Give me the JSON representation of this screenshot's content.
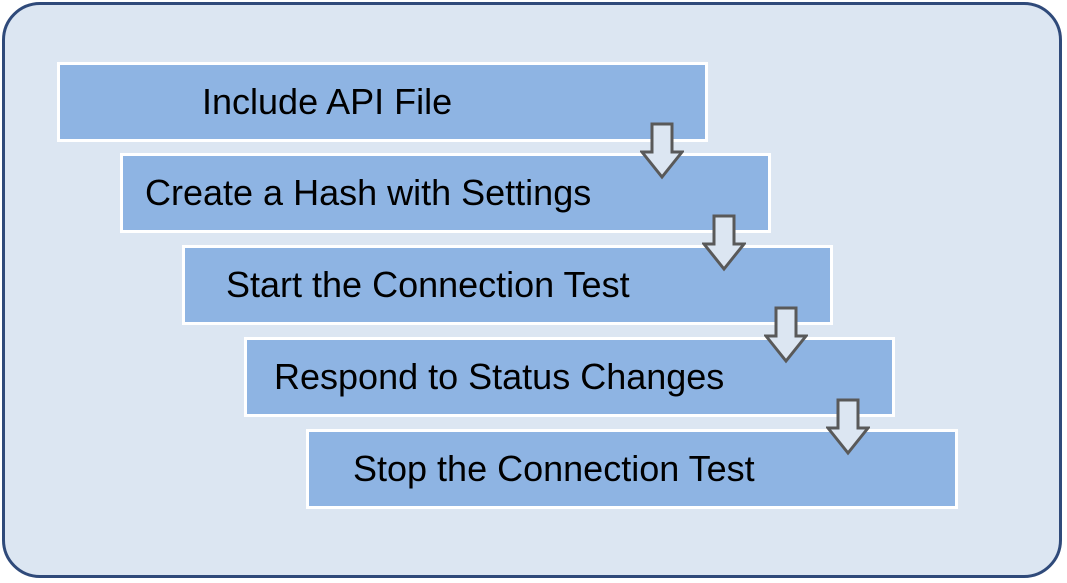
{
  "steps": [
    {
      "label": "Include API File"
    },
    {
      "label": "Create a Hash with Settings"
    },
    {
      "label": "Start the Connection Test"
    },
    {
      "label": "Respond to Status Changes"
    },
    {
      "label": "Stop the Connection Test"
    }
  ],
  "colors": {
    "background_panel": "#dce6f2",
    "panel_border": "#2f4a7a",
    "step_fill": "#8eb4e3",
    "step_border": "#ffffff",
    "arrow_fill": "#dce6f2",
    "arrow_stroke": "#595959",
    "text": "#000000"
  },
  "icons": {
    "connector": "down-arrow-icon"
  }
}
